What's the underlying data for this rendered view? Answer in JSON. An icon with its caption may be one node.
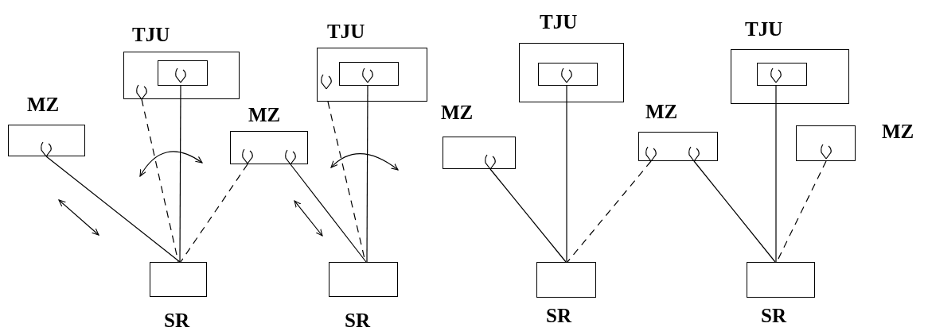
{
  "diagram": {
    "nodes": [
      {
        "text": [
          "TJU"
        ]
      },
      {
        "text": [],
        "shape": "box",
        "in": 0
      },
      {
        "text": [
          "TJU"
        ]
      },
      {
        "text": [],
        "shape": "box",
        "in": 2
      },
      {
        "text": [
          "TJU"
        ]
      },
      {
        "text": [],
        "shape": "box",
        "in": 4
      },
      {
        "text": [
          "TJU"
        ]
      },
      {
        "text": [],
        "shape": "box",
        "in": 6
      },
      {
        "text": [
          "MZ"
        ]
      },
      {
        "text": [
          "MZ"
        ]
      },
      {
        "text": [
          "MZ"
        ]
      },
      {
        "text": [
          "MZ"
        ]
      },
      {
        "text": [
          "MZ"
        ]
      },
      {
        "text": [
          "SR"
        ]
      },
      {
        "text": [
          "SR"
        ]
      },
      {
        "text": [
          "SR"
        ]
      },
      {
        "text": [
          "SR"
        ]
      }
    ],
    "edges": [
      {
        "from": 8,
        "to": 13,
        "arrow": "none"
      },
      {
        "from": 0,
        "to": 13,
        "arrow": "none",
        "style": "dashed"
      },
      {
        "from": 1,
        "to": 13,
        "arrow": "none"
      },
      {
        "from": 9,
        "to": 13,
        "arrow": "none",
        "style": "dashed"
      },
      {
        "from": 9,
        "to": 14,
        "arrow": "none"
      },
      {
        "from": 2,
        "to": 14,
        "arrow": "none",
        "style": "dashed"
      },
      {
        "from": 3,
        "to": 14,
        "arrow": "none"
      },
      {
        "from": 10,
        "to": 15,
        "arrow": "none"
      },
      {
        "from": 5,
        "to": 15,
        "arrow": "none"
      },
      {
        "from": 11,
        "to": 15,
        "arrow": "none",
        "style": "dashed"
      },
      {
        "from": 11,
        "to": 16,
        "arrow": "none"
      },
      {
        "from": 7,
        "to": 16,
        "arrow": "none"
      },
      {
        "from": 12,
        "to": 16,
        "arrow": "none",
        "style": "dashed"
      }
    ]
  }
}
